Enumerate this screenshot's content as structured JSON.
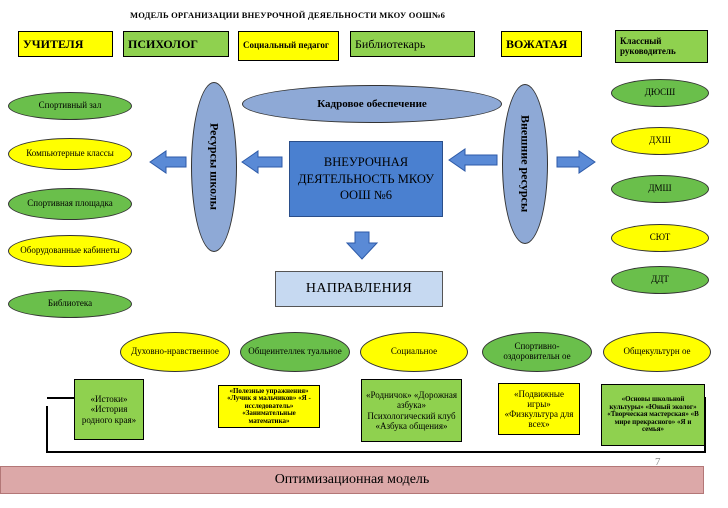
{
  "title": "МОДЕЛЬ  ОРГАНИЗАЦИИ ВНЕУРОЧНОЙ ДЕЯЕЛЬНОСТИ МКОУ ООШ№6",
  "top_row": [
    "УЧИТЕЛЯ",
    "ПСИХОЛОГ",
    "Социальный педагог",
    "Библиотекарь",
    "ВОЖАТАЯ",
    "Классный руководитель"
  ],
  "kadrovoe": "Кадровое обеспечение",
  "resources_school": "Ресурсы школы",
  "external_resources": "Внешние ресурсы",
  "center_box": "ВНЕУРОЧНАЯ ДЕЯТЕЛЬНОСТЬ МКОУ ООШ №6",
  "directions": "НАПРАВЛЕНИЯ",
  "left_items": [
    "Спортивный зал",
    "Компьютерные классы",
    "Спортивная площадка",
    "Оборудованные кабинеты",
    "Библиотека"
  ],
  "right_items": [
    "ДЮСШ",
    "ДХШ",
    "ДМШ",
    "СЮТ",
    "ДДТ"
  ],
  "direction_items": [
    "Духовно-нравственное",
    "Общеинтеллек туальное",
    "Социальное",
    "Спортивно-оздоровительн ое",
    "Общекультурн ое"
  ],
  "programs": [
    "«Истоки» «История родного края»",
    "«Полезные упражнения» «Лучик я мальчиков» «Я - исследователь» «Занимательные математика»",
    "«Родничок» «Дорожная азбука» Психологический клуб «Азбука общения»",
    "«Подвижные игры» «Физкультура для всех»",
    "«Основы школьной культуры» «Юный эколог» «Творческая мастерская» «В мире прекрасного» «Я и семья»"
  ],
  "page_number": "7",
  "footer": "Оптимизационная модель"
}
